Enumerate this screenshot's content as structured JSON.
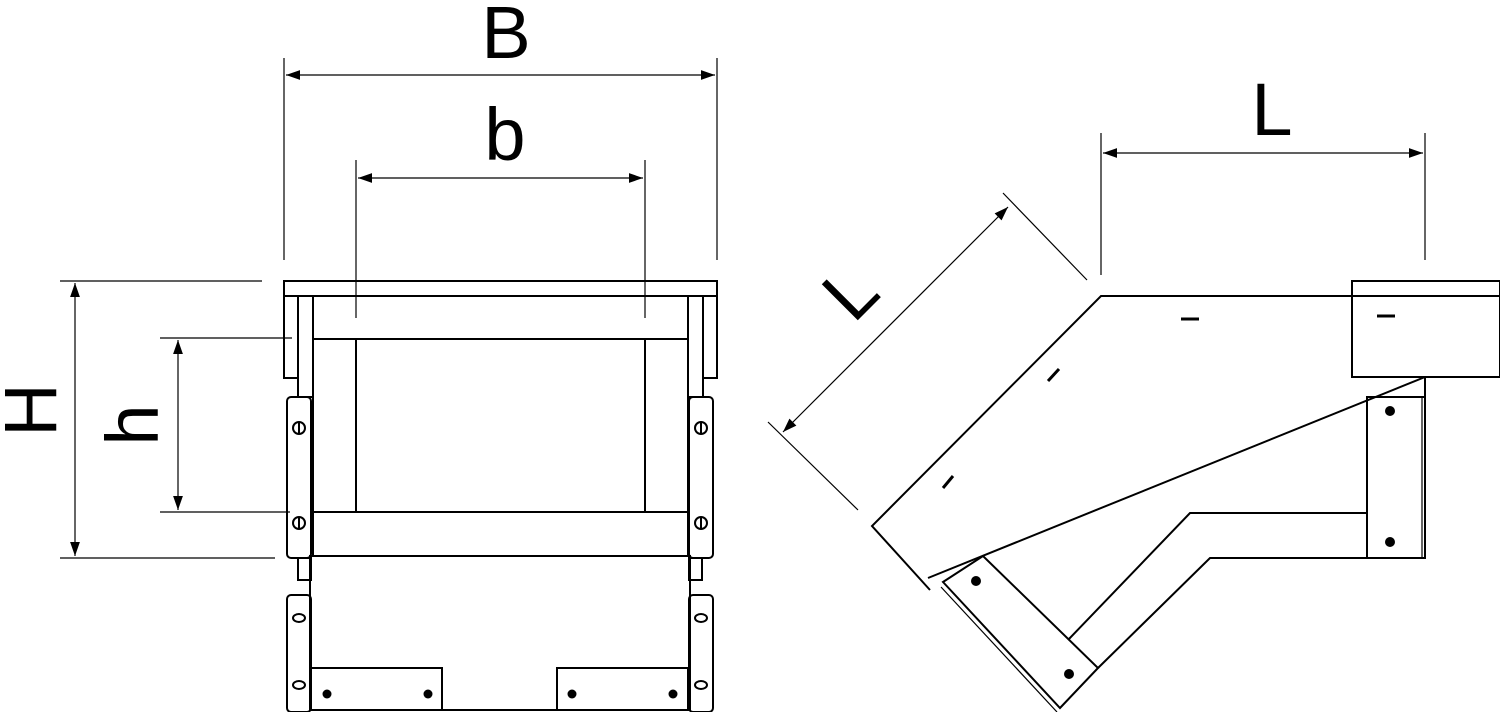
{
  "front_view": {
    "dim_outer_width": "B",
    "dim_inner_width": "b",
    "dim_outer_height": "H",
    "dim_inner_height": "h"
  },
  "side_view": {
    "dim_diagonal_length": "L",
    "dim_horizontal_length": "L"
  },
  "colors": {
    "line": "#000000",
    "background": "#ffffff"
  }
}
